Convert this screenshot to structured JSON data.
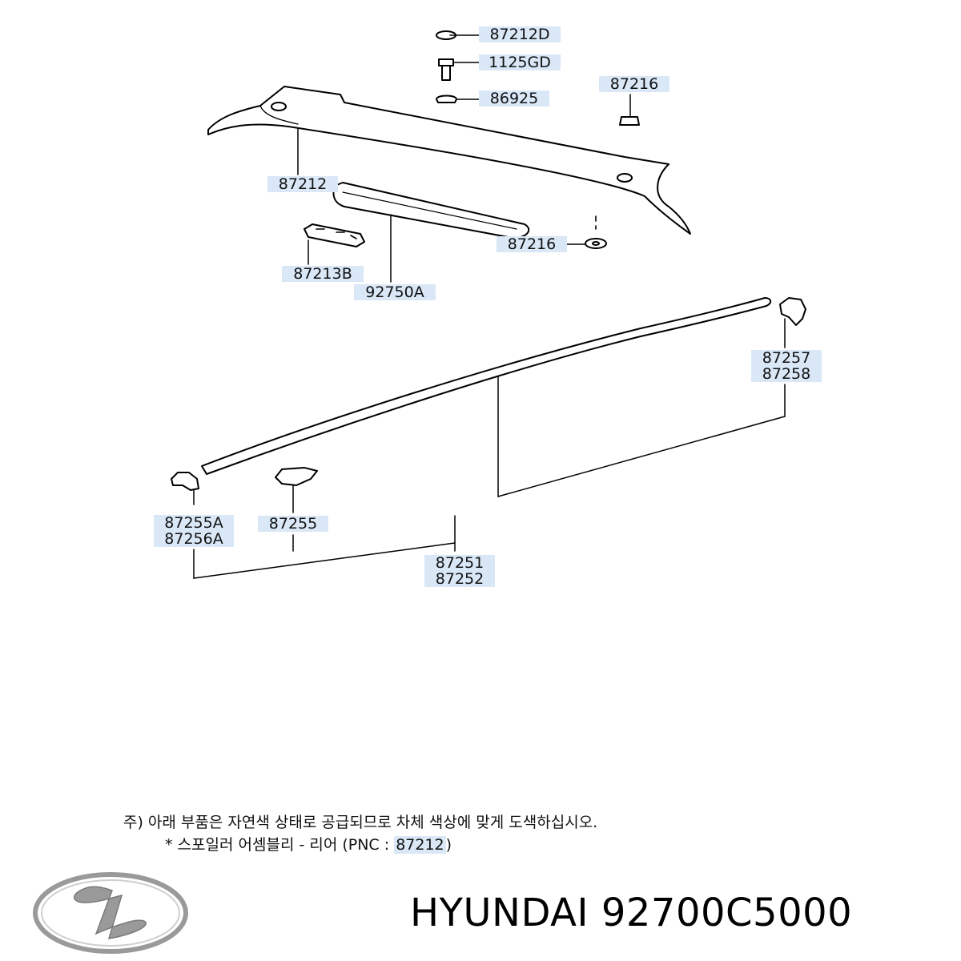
{
  "callouts": {
    "c_87212D": "87212D",
    "c_1125GD": "1125GD",
    "c_86925": "86925",
    "c_87216_top": "87216",
    "c_87212": "87212",
    "c_87216_mid": "87216",
    "c_87213B": "87213B",
    "c_92750A": "92750A",
    "c_87257": "87257",
    "c_87258": "87258",
    "c_87255A": "87255A",
    "c_87256A": "87256A",
    "c_87255": "87255",
    "c_87251": "87251",
    "c_87252": "87252"
  },
  "note": {
    "line1": "주) 아래 부품은 자연색 상태로 공급되므로 차체 색상에 맞게 도색하십시오.",
    "line2_prefix": "* 스포일러 어셈블리 - 리어 (PNC : ",
    "line2_pnc": "87212",
    "line2_suffix": ")"
  },
  "brand": {
    "label": "HYUNDAI 92700C5000"
  },
  "colors": {
    "callout_bg": "#d9e7f7",
    "line": "#000000",
    "logo_silver": "#9a9a9a"
  }
}
